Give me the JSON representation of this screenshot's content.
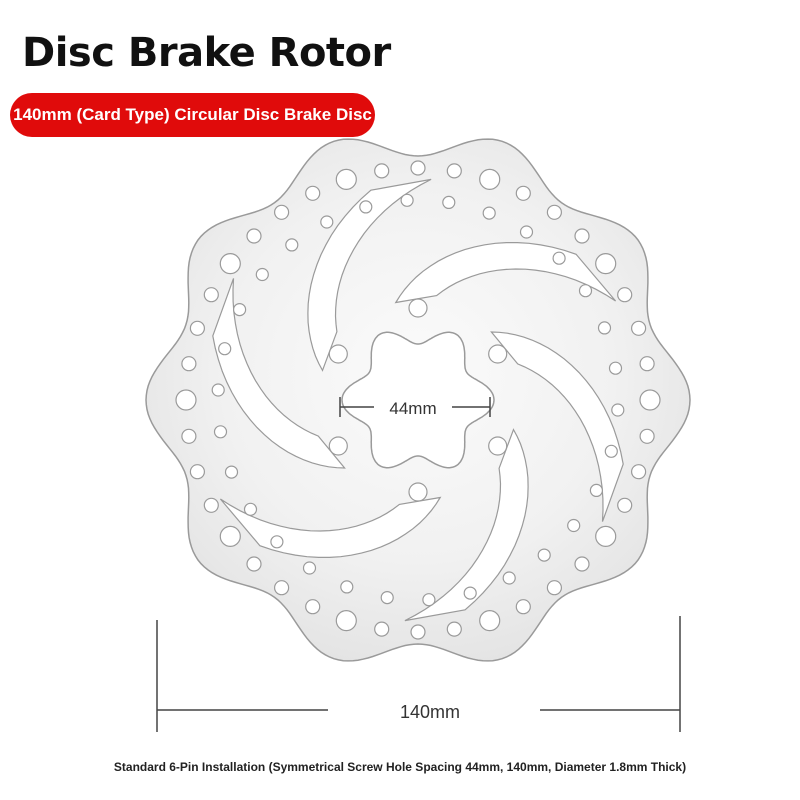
{
  "title": "Disc Brake Rotor",
  "subtitle": "140mm (Card Type) Circular Disc Brake Disc",
  "dimensions": {
    "inner_label": "44mm",
    "outer_label": "140mm"
  },
  "footnote": "Standard 6-Pin Installation (Symmetrical Screw Hole Spacing 44mm, 140mm, Diameter 1.8mm Thick)",
  "colors": {
    "pill_background": "#e00b0b",
    "rotor_metal": "#f1f1f1",
    "rotor_edge": "#9a9a9a"
  }
}
